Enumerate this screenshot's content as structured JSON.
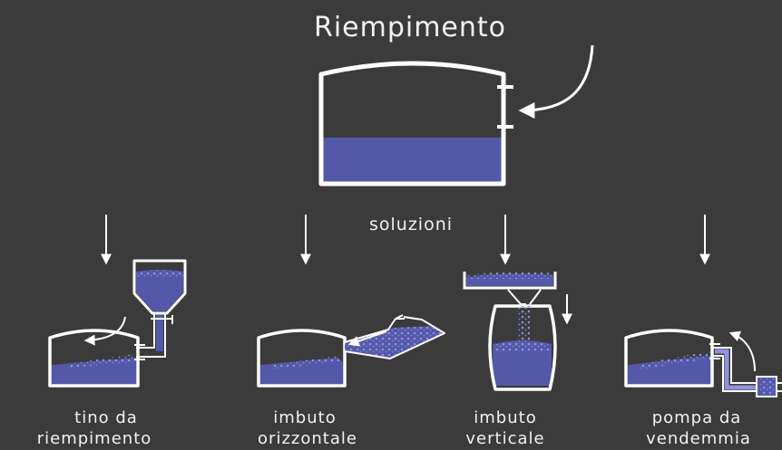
{
  "title": "Riempimento",
  "subtitle": "soluzioni",
  "methods": [
    {
      "line1": "tino da",
      "line2": "riempimento"
    },
    {
      "line1": "imbuto",
      "line2": "orizzontale"
    },
    {
      "line1": "imbuto",
      "line2": "verticale"
    },
    {
      "line1": "pompa da",
      "line2": "vendemmia"
    }
  ],
  "colors": {
    "background": "#3b3b3b",
    "outline": "#ffffff",
    "liquid": "#5358a8",
    "particles": "#8f93dc",
    "text": "#f2f2f2"
  }
}
